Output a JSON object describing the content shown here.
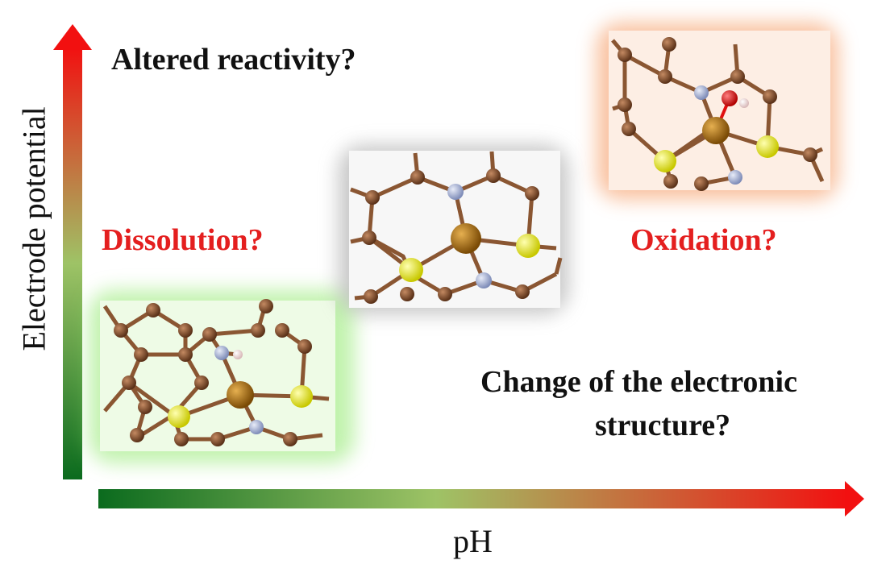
{
  "axes": {
    "x_label": "pH",
    "y_label": "Electrode potential",
    "gradient_colors": [
      "#0b6b1e",
      "#9ec366",
      "#f21010"
    ]
  },
  "questions": {
    "altered_reactivity": "Altered reactivity?",
    "dissolution": "Dissolution?",
    "oxidation": "Oxidation?",
    "electronic_line1": "Change of the electronic",
    "electronic_line2": "structure?"
  },
  "colors": {
    "question_black": "#111111",
    "question_red": "#e41f1f",
    "carbon": "#7a4a2a",
    "nitrogen": "#a9b4d6",
    "sulfur": "#f2f21c",
    "metal": "#b97a14",
    "oxygen": "#e01010",
    "hydrogen": "#f0dada",
    "glow_green": "#8ee86a",
    "glow_gray": "#9a9a9a",
    "glow_orange": "#f7a878"
  },
  "structures": [
    {
      "id": "acidic-protonated",
      "glow": "green",
      "adsorbate": "H"
    },
    {
      "id": "neutral",
      "glow": "gray",
      "adsorbate": "none"
    },
    {
      "id": "oxidized-oh",
      "glow": "orange",
      "adsorbate": "OH"
    }
  ]
}
